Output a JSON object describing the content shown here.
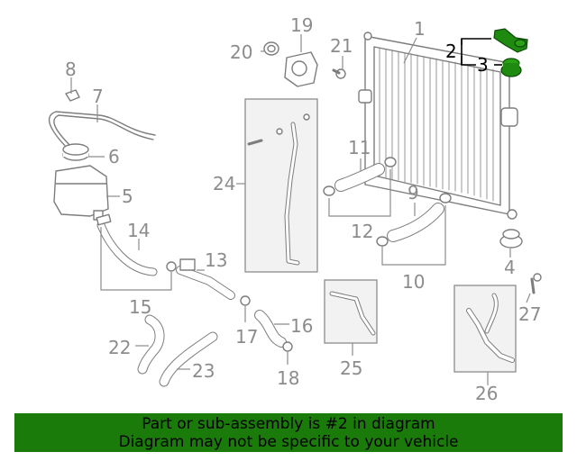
{
  "diagram": {
    "callouts": [
      "1",
      "2",
      "3",
      "4",
      "5",
      "6",
      "7",
      "8",
      "9",
      "10",
      "11",
      "12",
      "13",
      "14",
      "15",
      "16",
      "17",
      "18",
      "19",
      "20",
      "21",
      "22",
      "23",
      "24",
      "25",
      "26",
      "27"
    ],
    "highlight_color": "#1f8a10"
  },
  "banner": {
    "line1": "Part or sub-assembly is #2 in diagram",
    "line2": "Diagram may not be specific to your vehicle",
    "background": "#1a7a0a"
  }
}
